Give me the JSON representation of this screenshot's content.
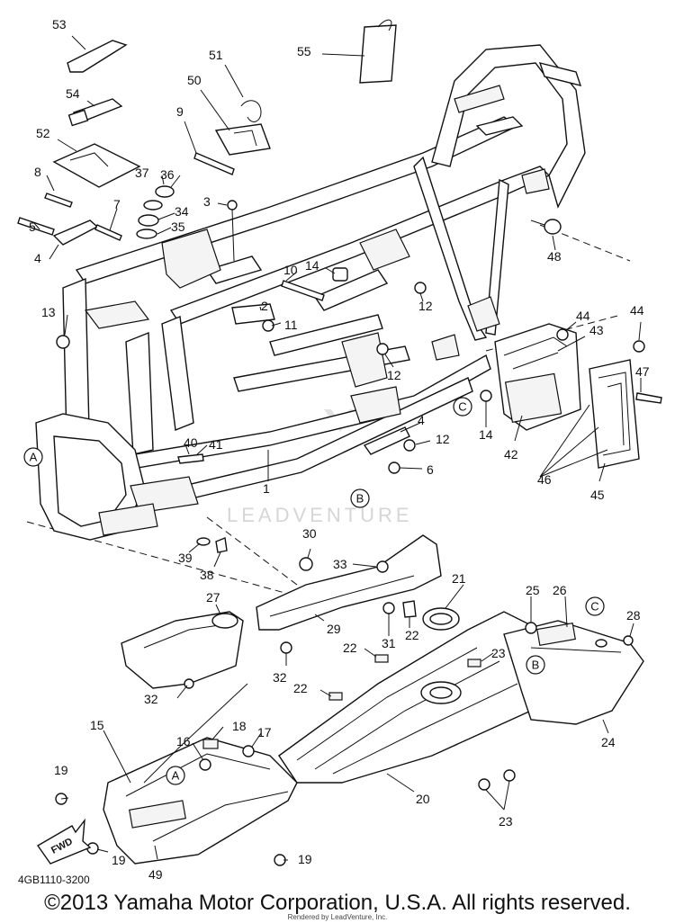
{
  "diagram": {
    "callouts": [
      "53",
      "54",
      "52",
      "8",
      "5",
      "4",
      "37",
      "36",
      "34",
      "35",
      "7",
      "3",
      "9",
      "50",
      "51",
      "55",
      "48",
      "10",
      "14",
      "2",
      "11",
      "12",
      "13",
      "12",
      "44",
      "43",
      "44",
      "47",
      "14",
      "42",
      "4",
      "12",
      "6",
      "40",
      "41",
      "46",
      "45",
      "39",
      "38",
      "30",
      "33",
      "21",
      "27",
      "29",
      "32",
      "31",
      "22",
      "22",
      "23",
      "25",
      "26",
      "28",
      "32",
      "22",
      "24",
      "18",
      "17",
      "16",
      "15",
      "19",
      "20",
      "23",
      "19",
      "19",
      "49",
      "1"
    ],
    "circle_letters": [
      "A",
      "C",
      "B",
      "C",
      "B",
      "A"
    ],
    "part_code": "4GB1110-3200",
    "fwd_label": "FWD",
    "watermark": "LEADVENTURE"
  },
  "footer": {
    "copyright": "©2013 Yamaha Motor Corporation, U.S.A. All rights reserved.",
    "rendered_by": "Rendered by LeadVenture, Inc."
  }
}
